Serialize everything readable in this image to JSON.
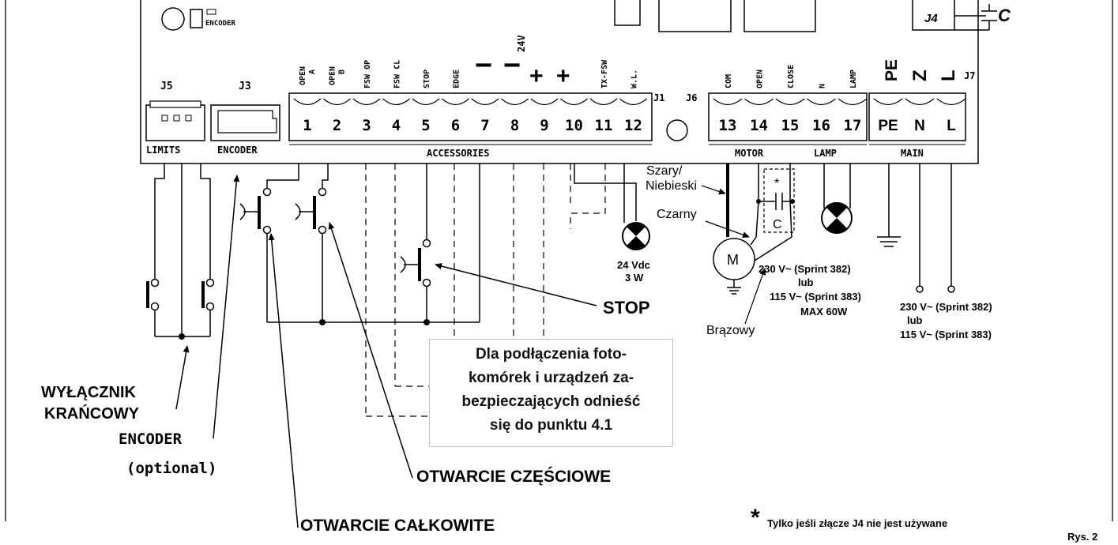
{
  "board": {
    "top_encoder_label": "ENCODER",
    "j4_label": "J4",
    "j4_cap_label": "C",
    "j5": "J5",
    "j3": "J3",
    "j1": "J1",
    "j6": "J6",
    "j7": "J7",
    "limits": "LIMITS",
    "encoder": "ENCODER",
    "accessories": "ACCESSORIES",
    "motor": "MOTOR",
    "lamp": "LAMP",
    "main": "MAIN",
    "v24": "24V",
    "minus": "−",
    "plus": "+"
  },
  "terminals": {
    "accessories": [
      {
        "num": "1",
        "label": "OPEN A"
      },
      {
        "num": "2",
        "label": "OPEN B"
      },
      {
        "num": "3",
        "label": "FSW OP"
      },
      {
        "num": "4",
        "label": "FSW CL"
      },
      {
        "num": "5",
        "label": "STOP"
      },
      {
        "num": "6",
        "label": "EDGE"
      },
      {
        "num": "7",
        "label": ""
      },
      {
        "num": "8",
        "label": ""
      },
      {
        "num": "9",
        "label": ""
      },
      {
        "num": "10",
        "label": ""
      },
      {
        "num": "11",
        "label": "TX-FSW"
      },
      {
        "num": "12",
        "label": "W.L."
      }
    ],
    "motor_lamp": [
      {
        "num": "13",
        "label": "COM"
      },
      {
        "num": "14",
        "label": "OPEN"
      },
      {
        "num": "15",
        "label": "CLOSE"
      },
      {
        "num": "16",
        "label": "N"
      },
      {
        "num": "17",
        "label": "LAMP"
      }
    ],
    "main": [
      {
        "num": "PE",
        "label": "PE"
      },
      {
        "num": "N",
        "label": "Z"
      },
      {
        "num": "L",
        "label": "L"
      }
    ]
  },
  "labels": {
    "szary": "Szary/",
    "niebieski": "Niebieski",
    "czarny": "Czarny",
    "brazowy": "Brązowy",
    "motor_m": "M",
    "cap_c": "C",
    "asterisk": "*",
    "lamp_small_1": "24 Vdc",
    "lamp_small_2": "3 W",
    "motor_volt_1": "230 V~ (Sprint 382)",
    "motor_volt_2": "lub",
    "motor_volt_3": "115 V~ (Sprint 383)",
    "motor_volt_4": "MAX 60W",
    "main_volt_1": "230 V~ (Sprint 382)",
    "main_volt_2": "lub",
    "main_volt_3": "115 V~ (Sprint 383)",
    "stop": "STOP",
    "limit_1": "WYŁĄCZNIK",
    "limit_2": "KRAŃCOWY",
    "enc_1": "ENCODER",
    "enc_2": "(optional)",
    "partial": "OTWARCIE CZĘŚCIOWE",
    "full": "OTWARCIE CAŁKOWITE",
    "note_asterisk": "*",
    "note": "Tylko jeśli złącze J4 nie jest używane",
    "fig": "Rys. 2"
  },
  "info_box": {
    "line1": "Dla podłączenia foto-",
    "line2": "komórek i urządzeń za-",
    "line3": "bezpieczających odnieść",
    "line4": "się do punktu 4.1"
  }
}
